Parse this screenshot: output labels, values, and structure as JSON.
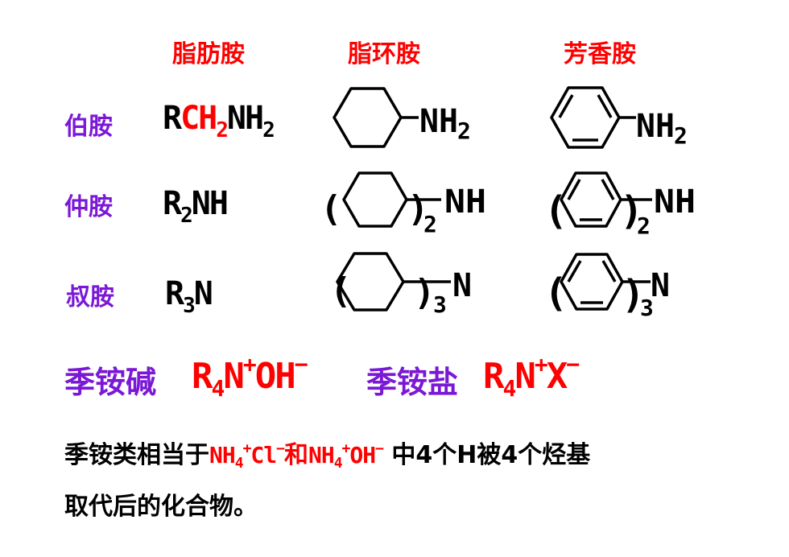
{
  "headers": {
    "aliphatic": "脂肪胺",
    "alicyclic": "脂环胺",
    "aromatic": "芳香胺"
  },
  "rows": {
    "primary": "伯胺",
    "secondary": "仲胺",
    "tertiary": "叔胺"
  },
  "formulas": {
    "primary": {
      "r": "R",
      "ch": "CH",
      "ch_sub": "2",
      "nh": "NH",
      "nh_sub": "2"
    },
    "secondary": {
      "r": "R",
      "r_sub": "2",
      "nh": "NH"
    },
    "tertiary": {
      "r": "R",
      "r_sub": "3",
      "n": "N"
    }
  },
  "ring_labels": {
    "nh2": "NH",
    "sub2": "2",
    "nh": "NH",
    "n": "N",
    "sub3": "3",
    "paren_open": "(",
    "paren_close": ")"
  },
  "quaternary": {
    "base_label": "季铵碱",
    "base_r": "R",
    "base_r_sub": "4",
    "base_n": "N",
    "base_n_sup": "+",
    "base_oh": "OH",
    "base_oh_sup": "−",
    "salt_label": "季铵盐",
    "salt_r": "R",
    "salt_r_sub": "4",
    "salt_n": "N",
    "salt_n_sup": "+",
    "salt_x": "X",
    "salt_x_sup": "−"
  },
  "paragraph": {
    "p1": "季铵类相当于",
    "nh4a": "NH",
    "nh4a_sub": "4",
    "nh4a_sup": "+",
    "cl": "Cl",
    "cl_sup": "−",
    "and": "和",
    "nh4b": "NH",
    "nh4b_sub": "4",
    "nh4b_sup": "+",
    "oh": "OH",
    "oh_sup": "−",
    "p2": " 中4个H被4个烃基",
    "line2": "取代后的化合物。"
  },
  "colors": {
    "red": "#ff0000",
    "purple": "#7b18d6",
    "black": "#000000"
  }
}
